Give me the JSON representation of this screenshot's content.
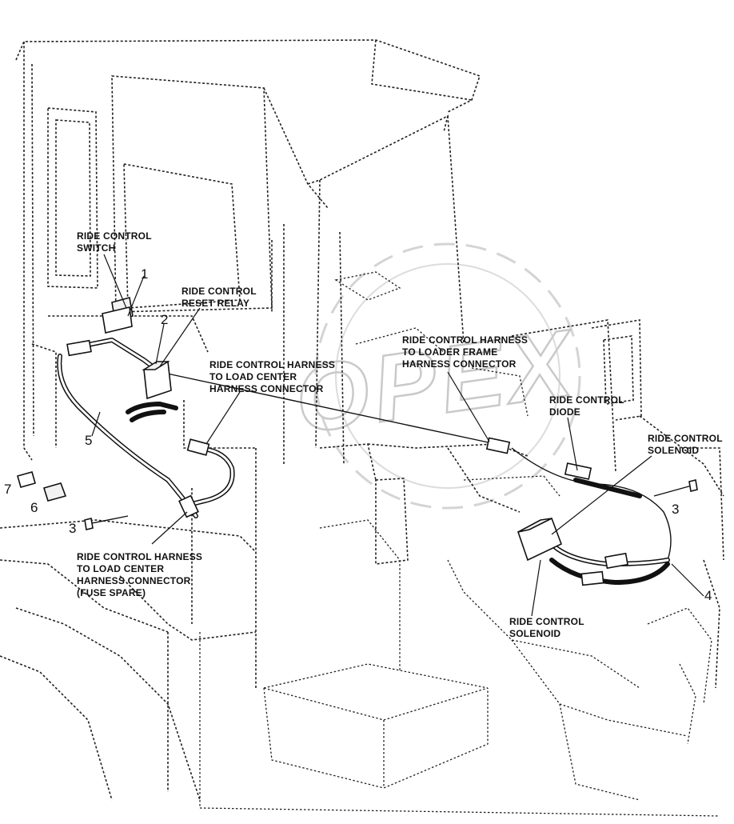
{
  "watermark": {
    "text": "OPEX"
  },
  "labels": {
    "ride_control_switch": [
      "RIDE CONTROL",
      "SWITCH"
    ],
    "ride_control_reset_relay": [
      "RIDE CONTROL",
      "RESET RELAY"
    ],
    "harness_to_load_center_top": [
      "RIDE CONTROL HARNESS",
      "TO LOAD CENTER",
      "HARNESS CONNECTOR"
    ],
    "harness_to_loader_frame": [
      "RIDE CONTROL HARNESS",
      "TO LOADER FRAME",
      "HARNESS CONNECTOR"
    ],
    "ride_control_diode": [
      "RIDE CONTROL",
      "DIODE"
    ],
    "ride_control_solenoid_upper": [
      "RIDE CONTROL",
      "SOLENOID"
    ],
    "harness_to_load_center_fuse_spare": [
      "RIDE CONTROL HARNESS",
      "TO LOAD CENTER",
      "HARNESS CONNECTOR",
      "(FUSE SPARE)"
    ],
    "ride_control_solenoid_lower": [
      "RIDE CONTROL",
      "SOLENOID"
    ]
  },
  "callouts": {
    "c1": "1",
    "c2": "2",
    "c3_left": "3",
    "c3_right": "3",
    "c4": "4",
    "c5": "5",
    "c6": "6",
    "c7": "7"
  }
}
